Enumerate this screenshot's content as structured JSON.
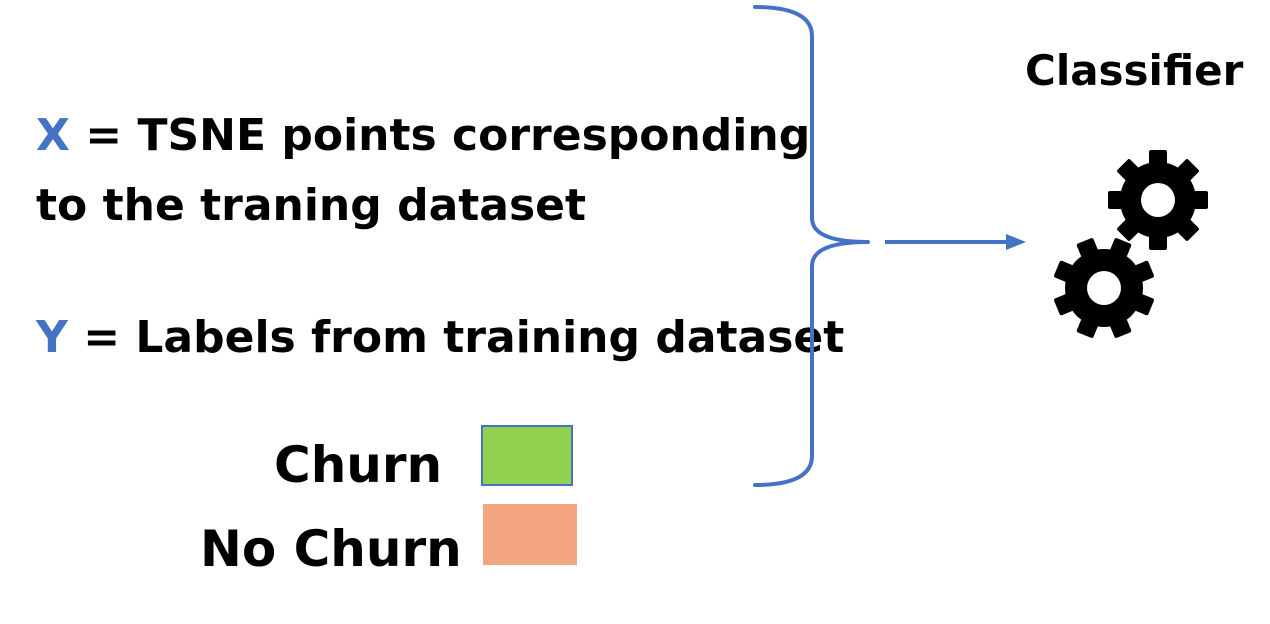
{
  "input": {
    "x_var": "X",
    "x_text_line1": " = TSNE points corresponding",
    "x_text_line2": "to the traning dataset",
    "y_var": "Y",
    "y_text": " = Labels from training dataset"
  },
  "legend": {
    "items": [
      {
        "label": "Churn",
        "color": "#92d050"
      },
      {
        "label": "No Churn",
        "color": "#f4a582"
      }
    ]
  },
  "classifier": {
    "title": "Classifier",
    "icon": "gears-icon"
  },
  "colors": {
    "accent": "#4472c4",
    "text": "#000000"
  }
}
